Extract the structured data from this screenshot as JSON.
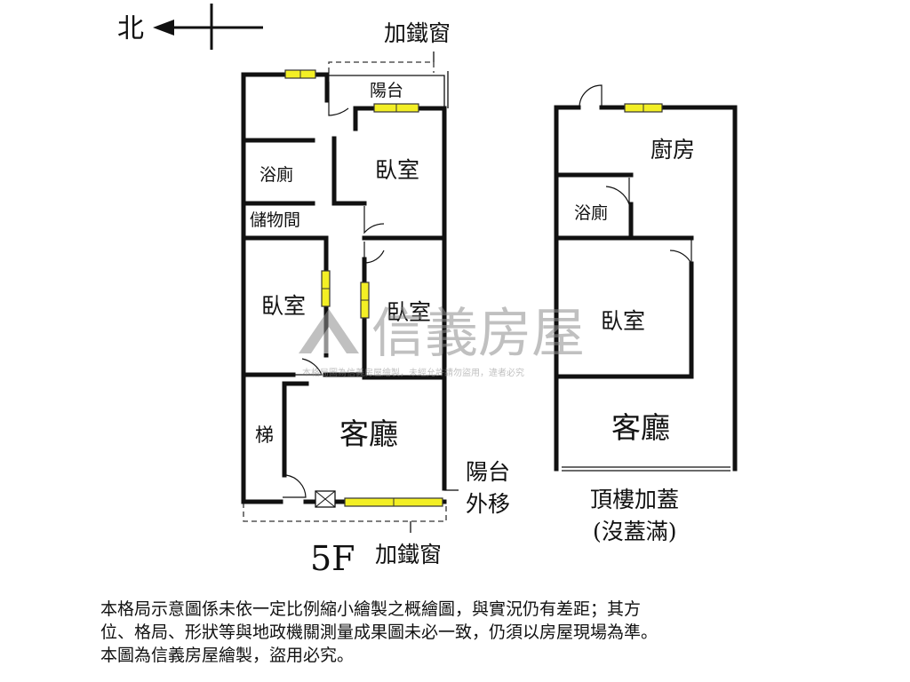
{
  "compass": {
    "label": "北"
  },
  "floor5": {
    "labels": {
      "iron_window_top": "加鐵窗",
      "balcony_top": "陽台",
      "bath": "浴廁",
      "bedroom_ne": "臥室",
      "storage": "儲物間",
      "bedroom_w": "臥室",
      "bedroom_mid": "臥室",
      "stairs": "梯",
      "living": "客廳",
      "balcony_out_1": "陽台",
      "balcony_out_2": "外移",
      "floor_name": "5F",
      "iron_window_bottom": "加鐵窗"
    }
  },
  "roof": {
    "labels": {
      "kitchen": "廚房",
      "bath": "浴廁",
      "bedroom": "臥室",
      "living": "客廳",
      "title": "頂樓加蓋",
      "subtitle": "(沒蓋滿)"
    }
  },
  "watermark": {
    "brand": "信義房屋",
    "notice": "本格局圖為信義房屋繪製，未經允許請勿盜用，違者必究"
  },
  "disclaimer": [
    "本格局示意圖係未依一定比例縮小繪製之概繪圖，與實況仍有差距；其方",
    "位、格局、形狀等與地政機關測量成果圖未必一致，仍須以房屋現場為準。",
    "本圖為信義房屋繪製，盜用必究。"
  ],
  "colors": {
    "window": "#f3ef25",
    "wall": "#111111",
    "watermark": "#8d8d8d"
  }
}
